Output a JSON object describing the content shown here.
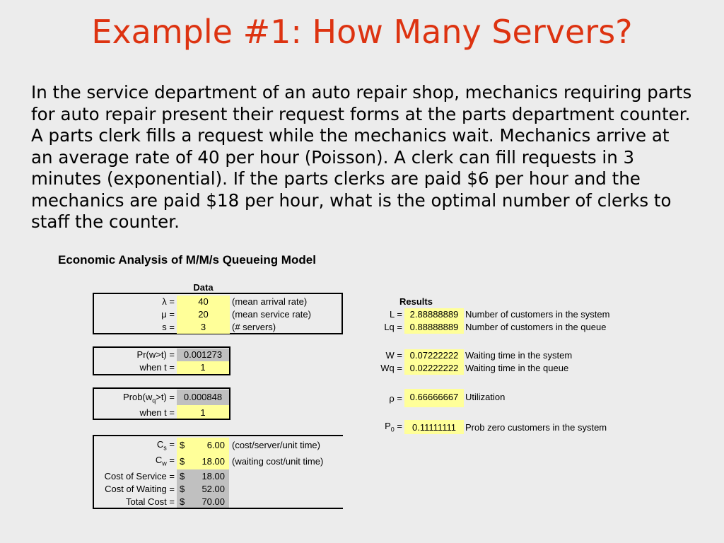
{
  "slide": {
    "title": "Example #1: How Many Servers?",
    "problem_text": "In the service department of an auto repair shop, mechanics requiring parts for auto repair present their request forms at the parts department counter. A parts clerk fills a request while the mechanics wait. Mechanics arrive at an average rate of 40 per hour (Poisson). A clerk can fill requests in 3 minutes (exponential). If the parts clerks are paid $6 per hour and the mechanics are paid $18 per hour, what is the optimal number of clerks to staff the counter."
  },
  "sheet": {
    "title": "Economic Analysis of M/M/s Queueing Model",
    "data_header": "Data",
    "data_rows": [
      {
        "label": "λ =",
        "value": "40",
        "note": "(mean arrival rate)"
      },
      {
        "label": "μ =",
        "value": "20",
        "note": "(mean service rate)"
      },
      {
        "label": "s =",
        "value": "3",
        "note": "(# servers)"
      }
    ],
    "prw": {
      "label": "Pr(w>t) =",
      "value": "0.001273",
      "when_label": "when t =",
      "when_value": "1"
    },
    "probwq": {
      "label_pre": "Prob(w",
      "label_sub": "q",
      "label_post": ">t) =",
      "value": "0.000848",
      "when_label": "when t =",
      "when_value": "1"
    },
    "cost": {
      "cs": {
        "label_pre": "C",
        "label_sub": "s",
        "label_post": " =",
        "dollar": "$",
        "value": "6.00",
        "note": "(cost/server/unit time)"
      },
      "cw": {
        "label_pre": "C",
        "label_sub": "w",
        "label_post": " =",
        "dollar": "$",
        "value": "18.00",
        "note": "(waiting cost/unit time)"
      },
      "service": {
        "label": "Cost of Service =",
        "dollar": "$",
        "value": "18.00"
      },
      "waiting": {
        "label": "Cost of Waiting =",
        "dollar": "$",
        "value": "52.00"
      },
      "total": {
        "label": "Total Cost =",
        "dollar": "$",
        "value": "70.00"
      }
    },
    "results_header": "Results",
    "results": {
      "L": {
        "label": "L =",
        "value": "2.88888889",
        "note": "Number of customers in the system"
      },
      "Lq": {
        "label": "Lq =",
        "value": "0.88888889",
        "note": "Number of customers in the queue"
      },
      "W": {
        "label": "W =",
        "value": "0.07222222",
        "note": "Waiting time in the system"
      },
      "Wq": {
        "label": "Wq =",
        "value": "0.02222222",
        "note": "Waiting time in the queue"
      },
      "rho": {
        "label": "ρ =",
        "value": "0.66666667",
        "note": "Utilization"
      },
      "P0": {
        "label_pre": "P",
        "label_sub": "0",
        "label_post": " =",
        "value": "0.11111111",
        "note": "Prob zero customers in the system"
      }
    }
  },
  "colors": {
    "title": "#dd3311",
    "input_cell": "#ffff99",
    "output_cell": "#c0c0c0",
    "background": "#ececec"
  }
}
